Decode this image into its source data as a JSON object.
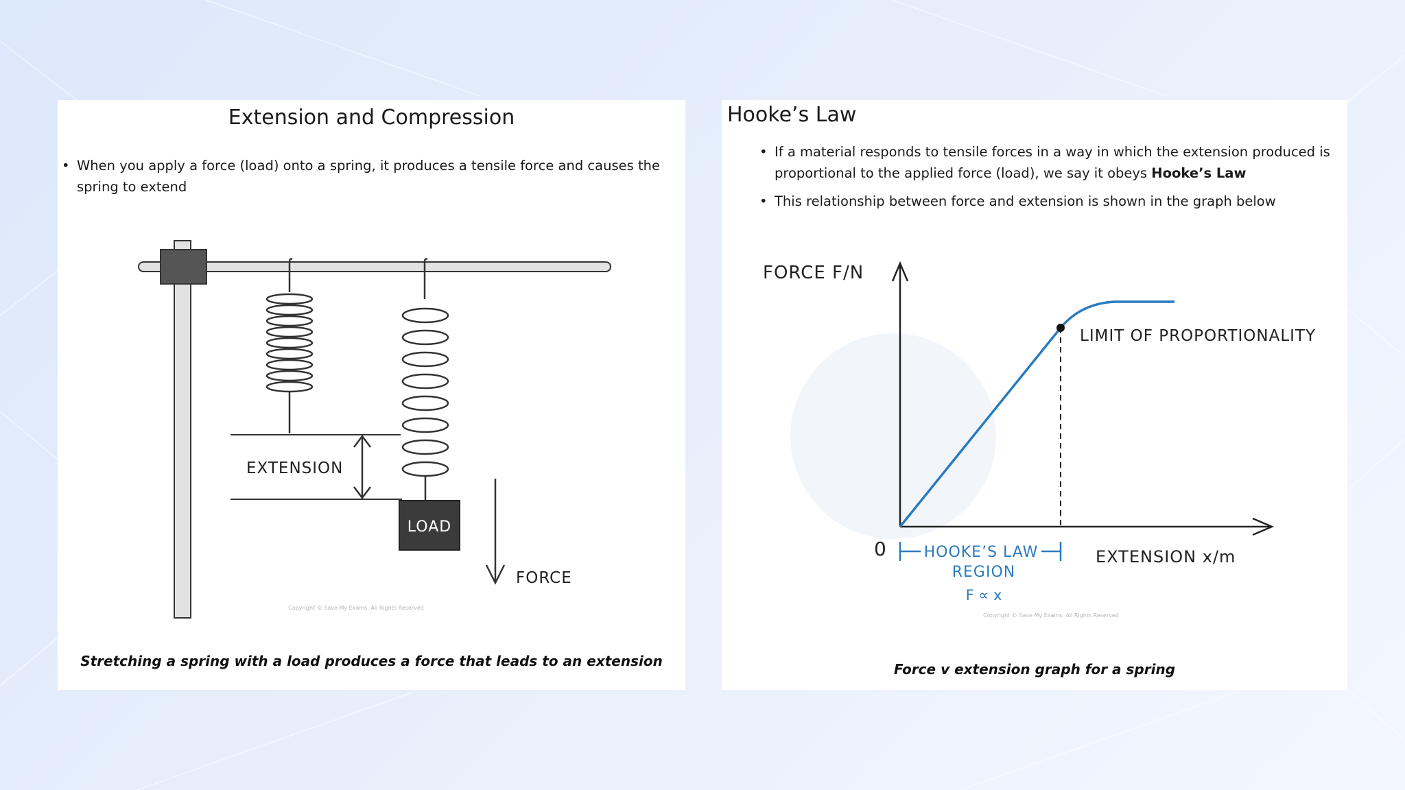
{
  "left": {
    "title": "Extension and Compression",
    "bullet": "When you apply a force (load) onto a spring, it produces a tensile force and causes the spring to extend",
    "diagram": {
      "extension_label": "EXTENSION",
      "load_label": "LOAD",
      "force_label": "FORCE",
      "copyright": "Copyright © Save My Exams. All Rights Reserved"
    },
    "caption": "Stretching a spring with a load produces a force that leads to an extension"
  },
  "right": {
    "title": "Hooke’s Law",
    "bullet1_text": "If a material responds to tensile forces in a way in which the extension produced is proportional to the applied force (load), we say it obeys ",
    "bullet1_bold": "Hooke’s Law",
    "bullet2": "This relationship between force and extension is shown in the graph below",
    "graph": {
      "y_label": "FORCE  F/N",
      "x_label": "EXTENSION  x/m",
      "origin": "0",
      "limit_label": "LIMIT  OF  PROPORTIONALITY",
      "region_line1": "HOOKE’S  LAW",
      "region_line2": "REGION",
      "region_formula": "F ∝ x",
      "copyright": "Copyright © Save My Exams. All Rights Reserved"
    },
    "caption": "Force v extension graph for a spring"
  },
  "colors": {
    "graph_line": "#2b7bbf",
    "region_text": "#2b7bbf",
    "load_box": "#3b3b3b",
    "background": "#e4edfc"
  }
}
